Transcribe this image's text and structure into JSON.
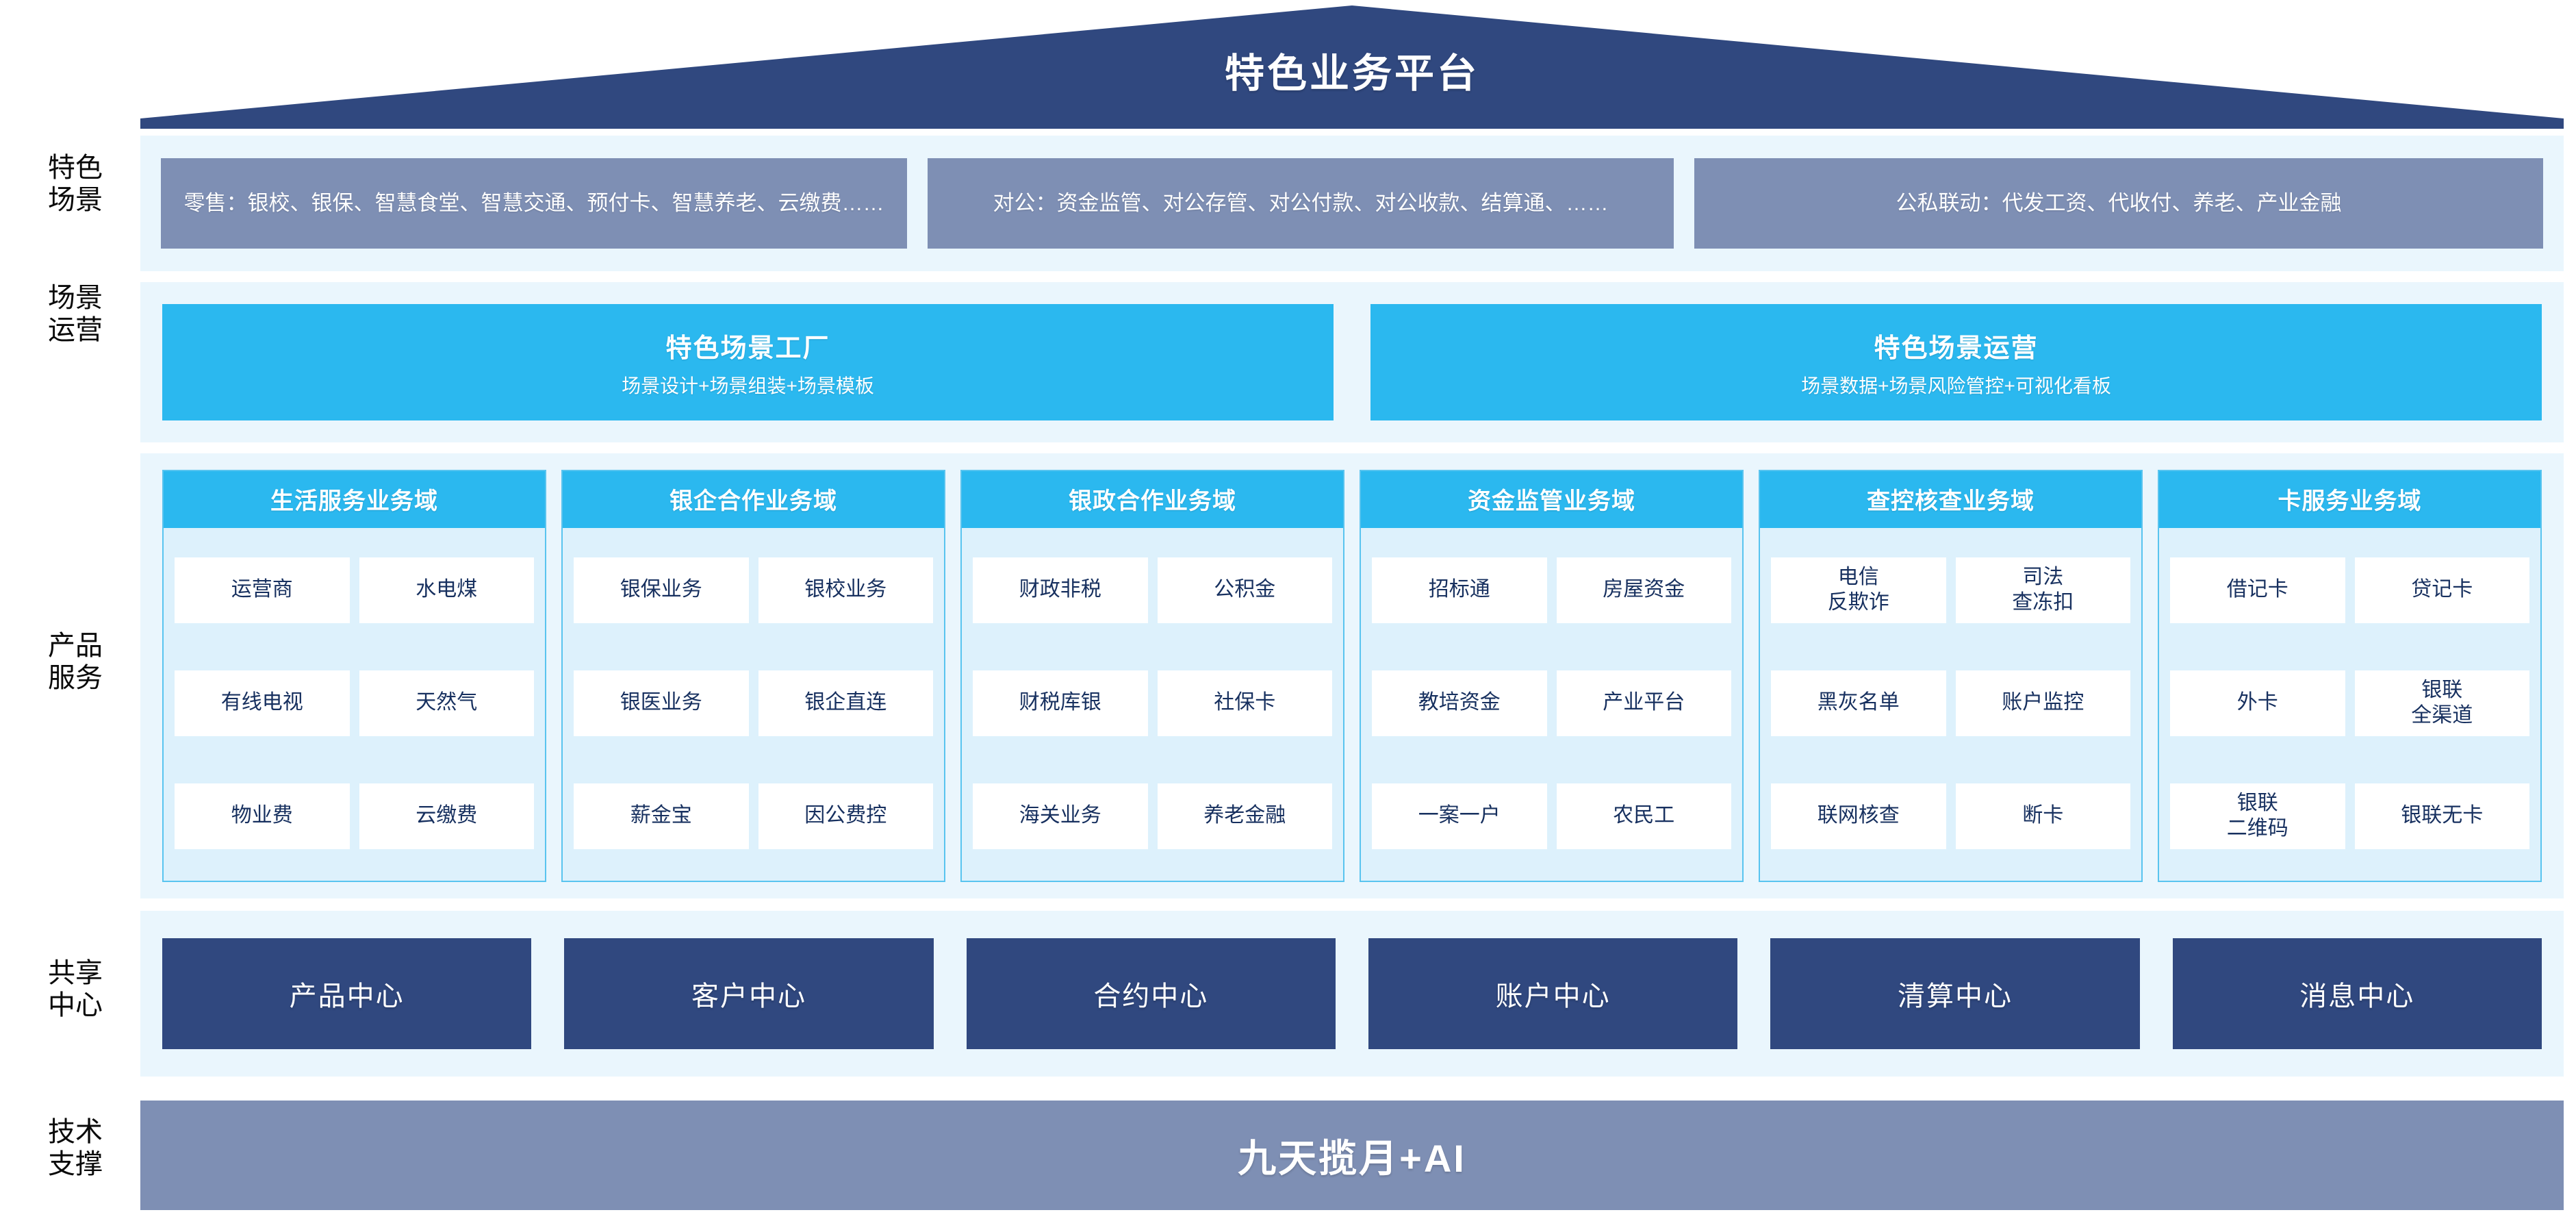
{
  "colors": {
    "roof": "#30487f",
    "band_bg": "#eaf6fd",
    "scenario_box": "#7e8fb4",
    "cyan": "#2bb8ef",
    "domain_border": "#59c4ef",
    "domain_body_bg": "#ddf1fc",
    "cell_bg": "#ffffff",
    "cell_text": "#17305f",
    "shared_center": "#30487f",
    "tech_bar": "#7e8fb4"
  },
  "roof": {
    "title": "特色业务平台"
  },
  "row_labels": {
    "scenario": "特色\n场景",
    "operation": "场景\n运营",
    "product": "产品\n服务",
    "shared": "共享\n中心",
    "tech": "技术\n支撑"
  },
  "scenarios": [
    {
      "text": "零售：银校、银保、智慧食堂、智慧交通、预付卡、智慧养老、云缴费……"
    },
    {
      "text": "对公：资金监管、对公存管、对公付款、对公收款、结算通、……"
    },
    {
      "text": "公私联动：代发工资、代收付、养老、产业金融"
    }
  ],
  "operations": [
    {
      "title": "特色场景工厂",
      "subtitle": "场景设计+场景组装+场景模板"
    },
    {
      "title": "特色场景运营",
      "subtitle": "场景数据+场景风险管控+可视化看板"
    }
  ],
  "domains": [
    {
      "title": "生活服务业务域",
      "rows": [
        [
          "运营商",
          "水电煤"
        ],
        [
          "有线电视",
          "天然气"
        ],
        [
          "物业费",
          "云缴费"
        ]
      ]
    },
    {
      "title": "银企合作业务域",
      "rows": [
        [
          "银保业务",
          "银校业务"
        ],
        [
          "银医业务",
          "银企直连"
        ],
        [
          "薪金宝",
          "因公费控"
        ]
      ]
    },
    {
      "title": "银政合作业务域",
      "rows": [
        [
          "财政非税",
          "公积金"
        ],
        [
          "财税库银",
          "社保卡"
        ],
        [
          "海关业务",
          "养老金融"
        ]
      ]
    },
    {
      "title": "资金监管业务域",
      "rows": [
        [
          "招标通",
          "房屋资金"
        ],
        [
          "教培资金",
          "产业平台"
        ],
        [
          "一案一户",
          "农民工"
        ]
      ]
    },
    {
      "title": "查控核查业务域",
      "rows": [
        [
          "电信\n反欺诈",
          "司法\n查冻扣"
        ],
        [
          "黑灰名单",
          "账户监控"
        ],
        [
          "联网核查",
          "断卡"
        ]
      ]
    },
    {
      "title": "卡服务业务域",
      "rows": [
        [
          "借记卡",
          "贷记卡"
        ],
        [
          "外卡",
          "银联\n全渠道"
        ],
        [
          "银联\n二维码",
          "银联无卡"
        ]
      ]
    }
  ],
  "shared_centers": [
    {
      "label": "产品中心"
    },
    {
      "label": "客户中心"
    },
    {
      "label": "合约中心"
    },
    {
      "label": "账户中心"
    },
    {
      "label": "清算中心"
    },
    {
      "label": "消息中心"
    }
  ],
  "tech_support": {
    "label": "九天揽月+AI"
  }
}
